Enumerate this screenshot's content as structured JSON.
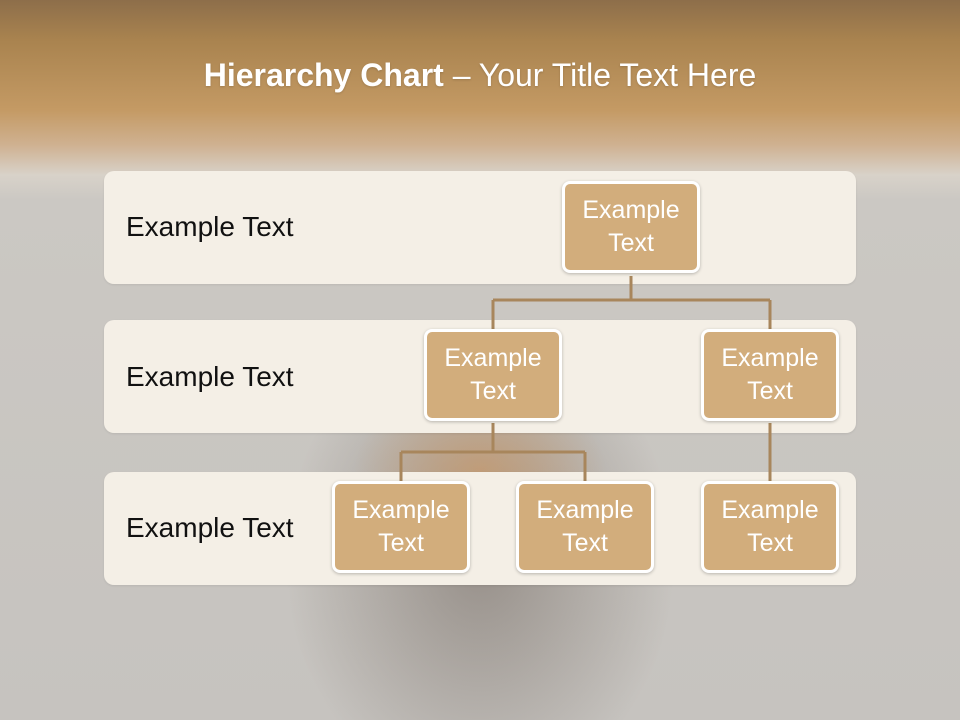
{
  "title": {
    "bold": "Hierarchy Chart",
    "rest": " – Your Title Text Here"
  },
  "levels": [
    {
      "label": "Example Text"
    },
    {
      "label": "Example Text"
    },
    {
      "label": "Example Text"
    }
  ],
  "nodes": {
    "root": "Example Text",
    "level2_left": "Example Text",
    "level2_right": "Example Text",
    "level3_left": "Example Text",
    "level3_middle": "Example Text",
    "level3_right": "Example Text"
  },
  "colors": {
    "node_fill": "#d2ad7c",
    "connector": "#a8865c",
    "band": "#f4efe6"
  }
}
